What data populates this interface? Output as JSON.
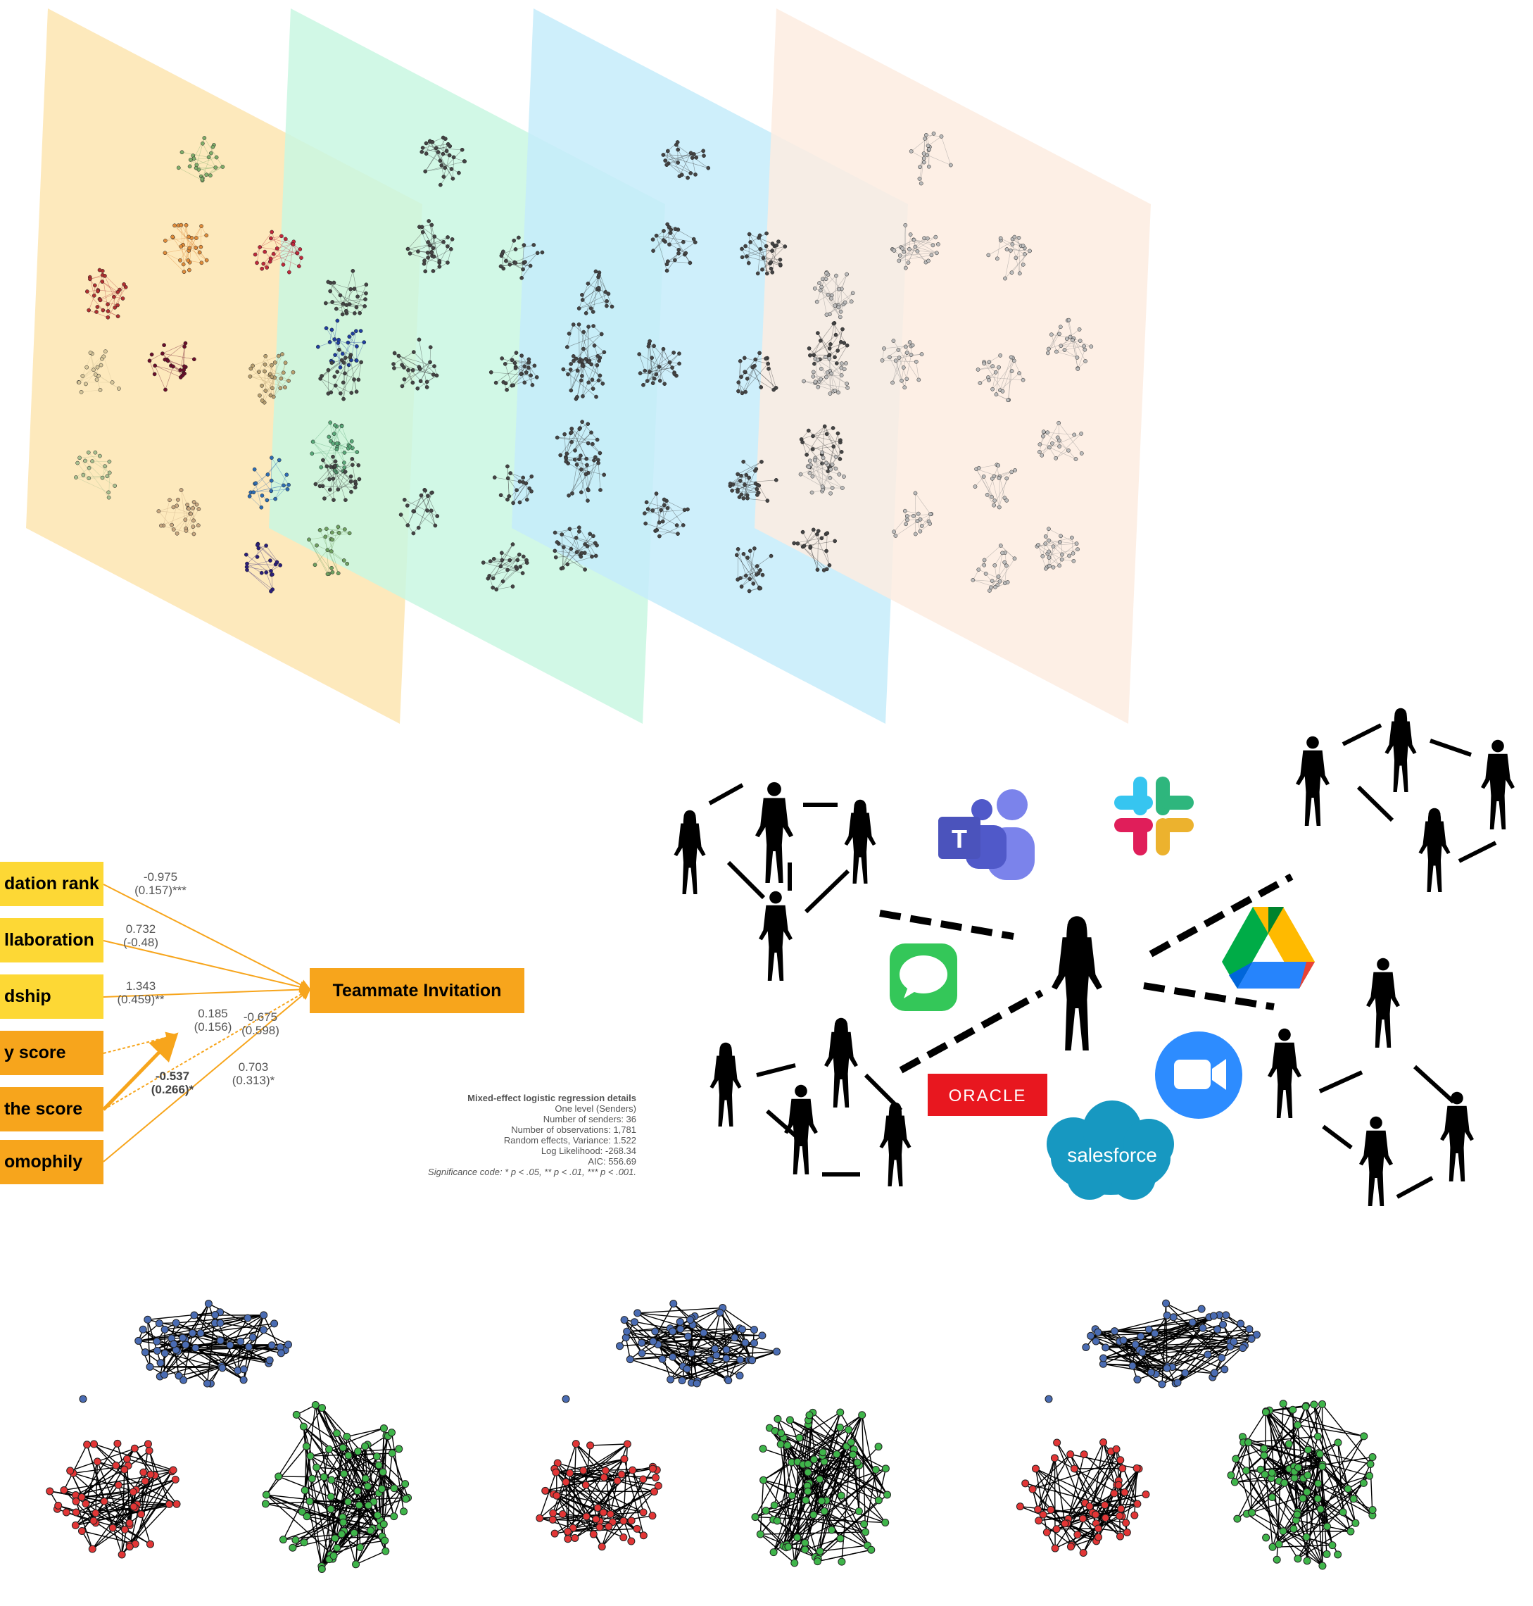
{
  "regression": {
    "predictors": [
      {
        "label": "dation rank",
        "color": "#fdd835"
      },
      {
        "label": "llaboration",
        "color": "#fdd835"
      },
      {
        "label": "dship",
        "color": "#fdd835"
      },
      {
        "label": "y score",
        "color": "#f7a51c"
      },
      {
        "label": "the score",
        "color": "#f7a51c"
      },
      {
        "label": "omophily",
        "color": "#f7a51c"
      }
    ],
    "outcome": "Teammate Invitation",
    "coefficients": [
      {
        "estimate": "-0.975",
        "se": "(0.157)***"
      },
      {
        "estimate": "0.732",
        "se": "(-0.48)"
      },
      {
        "estimate": "1.343",
        "se": "(0.459)**"
      },
      {
        "estimate": "0.185",
        "se": "(0.156)"
      },
      {
        "estimate": "-0.675",
        "se": "(0.598)"
      },
      {
        "estimate": "-0.537",
        "se": "(0.266)*"
      },
      {
        "estimate": "0.703",
        "se": "(0.313)*"
      }
    ],
    "details": {
      "title": "Mixed-effect logistic regression details",
      "lines": [
        "One level (Senders)",
        "Number of senders: 36",
        "Number of observations: 1,781",
        "Random effects, Variance: 1.522",
        "Log Likelihood: -268.34",
        "AIC: 556.69"
      ],
      "significance": "Significance code: * p < .05, ** p < .01, *** p < .001."
    }
  },
  "layers": [
    {
      "color": "#fde5b0",
      "style": "colored"
    },
    {
      "color": "#c9f7e2",
      "style": "dark"
    },
    {
      "color": "#c6ecfa",
      "style": "dark"
    },
    {
      "color": "#fdece0",
      "style": "grey"
    }
  ],
  "logos": {
    "oracle": "ORACLE",
    "salesforce": "salesforce",
    "teams_letter": "T"
  },
  "palette": {
    "blue_nodes": "#4a6cb3",
    "red_nodes": "#e23636",
    "green_nodes": "#3fb54a"
  }
}
